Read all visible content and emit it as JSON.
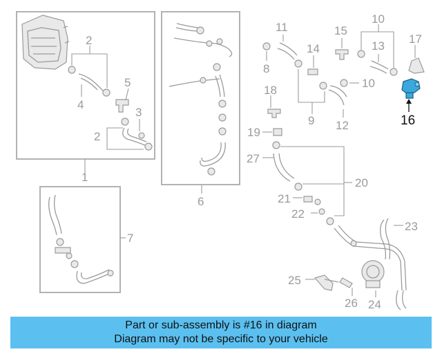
{
  "diagram": {
    "callouts": {
      "n1": "1",
      "n2a": "2",
      "n2b": "2",
      "n3": "3",
      "n4": "4",
      "n5": "5",
      "n6": "6",
      "n7": "7",
      "n8": "8",
      "n9": "9",
      "n10a": "10",
      "n10b": "10",
      "n11": "11",
      "n12": "12",
      "n13": "13",
      "n14": "14",
      "n15": "15",
      "n16": "16",
      "n17": "17",
      "n18": "18",
      "n19": "19",
      "n20": "20",
      "n21": "21",
      "n22": "22",
      "n23": "23",
      "n24": "24",
      "n25": "25",
      "n26": "26",
      "n27": "27"
    },
    "highlight_color": "#3aa8dc",
    "line_color": "#9a9a9a"
  },
  "banner": {
    "line1": "Part or sub-assembly is #16 in diagram",
    "line2": "Diagram may not be specific to your vehicle",
    "background": "#5bc0f0"
  }
}
